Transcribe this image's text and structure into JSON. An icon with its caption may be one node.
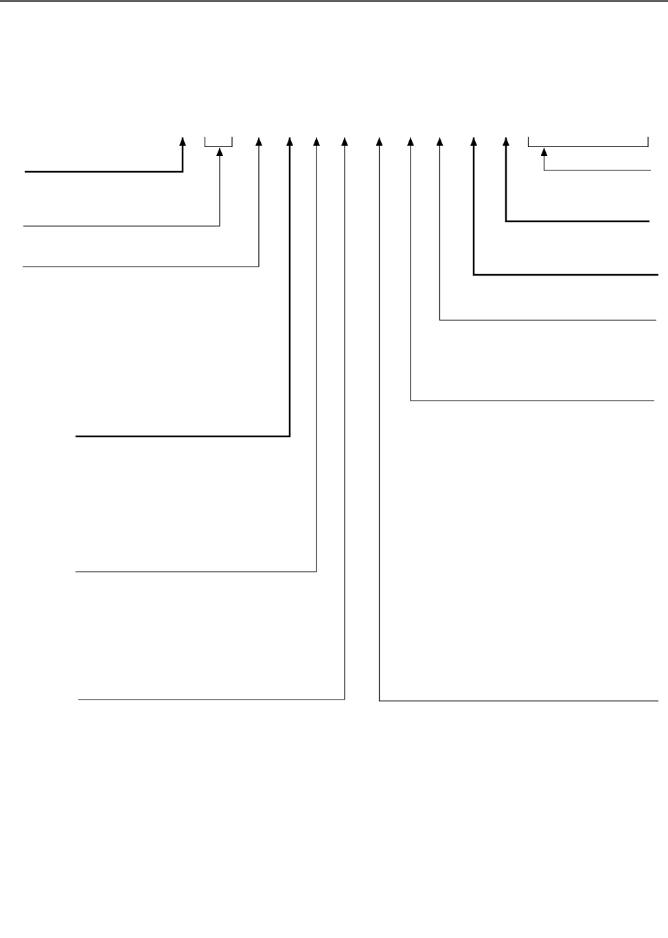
{
  "diagram": {
    "nodes": [
      {
        "text": [],
        "shape": "bracket"
      },
      {
        "text": [],
        "shape": "bracket"
      }
    ],
    "edges": [
      {
        "from": null,
        "to": 0,
        "arrow": "to"
      },
      {
        "from": null,
        "to": 1,
        "arrow": "to"
      }
    ]
  }
}
